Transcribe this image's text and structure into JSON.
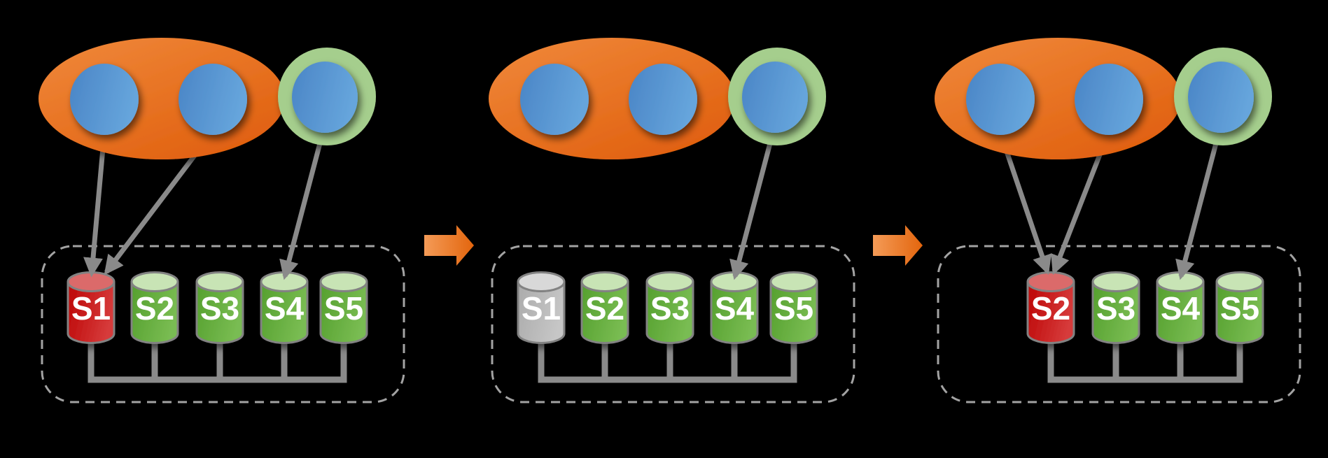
{
  "colors": {
    "background": "#000000",
    "orange-light": "#F0893B",
    "orange-dark": "#E05F0E",
    "blue-light": "#66A5DC",
    "blue-dark": "#4A85C6",
    "green-ring": "#A5CE8D",
    "cyl-green-light": "#79BC52",
    "cyl-green-dark": "#55A02E",
    "cyl-green-top": "#C8E4B5",
    "cyl-red-light": "#D63A3A",
    "cyl-red-dark": "#BC0505",
    "cyl-red-top": "#DB6B6B",
    "cyl-gray-light": "#C6C6C6",
    "cyl-gray-dark": "#ABABAB",
    "cyl-gray-top": "#D8D8D8",
    "outline-gray": "#828282",
    "line-gray": "#8A8A8A",
    "dash-gray": "#A3A3A3",
    "label-white": "#FFFFFF"
  },
  "panels": [
    {
      "name": "step-1",
      "primary_group_nodes": [
        "primary-node-1",
        "primary-node-2"
      ],
      "standby_group_nodes": [
        "standby-node"
      ],
      "cylinders": [
        {
          "label": "S1",
          "state": "active-red"
        },
        {
          "label": "S2",
          "state": "normal-green"
        },
        {
          "label": "S3",
          "state": "normal-green"
        },
        {
          "label": "S4",
          "state": "normal-green"
        },
        {
          "label": "S5",
          "state": "normal-green"
        }
      ],
      "connections": [
        {
          "from": "primary-node-1",
          "to": "S1"
        },
        {
          "from": "primary-node-2",
          "to": "S1"
        },
        {
          "from": "standby-node",
          "to": "S4"
        }
      ]
    },
    {
      "name": "step-2",
      "primary_group_nodes": [
        "primary-node-1",
        "primary-node-2"
      ],
      "standby_group_nodes": [
        "standby-node"
      ],
      "cylinders": [
        {
          "label": "S1",
          "state": "offline-gray"
        },
        {
          "label": "S2",
          "state": "normal-green"
        },
        {
          "label": "S3",
          "state": "normal-green"
        },
        {
          "label": "S4",
          "state": "normal-green"
        },
        {
          "label": "S5",
          "state": "normal-green"
        }
      ],
      "connections": [
        {
          "from": "standby-node",
          "to": "S4"
        }
      ]
    },
    {
      "name": "step-3",
      "primary_group_nodes": [
        "primary-node-1",
        "primary-node-2"
      ],
      "standby_group_nodes": [
        "standby-node"
      ],
      "cylinders": [
        {
          "label": "S2",
          "state": "active-red"
        },
        {
          "label": "S3",
          "state": "normal-green"
        },
        {
          "label": "S4",
          "state": "normal-green"
        },
        {
          "label": "S5",
          "state": "normal-green"
        }
      ],
      "connections": [
        {
          "from": "primary-node-1",
          "to": "S2"
        },
        {
          "from": "primary-node-2",
          "to": "S2"
        },
        {
          "from": "standby-node",
          "to": "S4"
        }
      ]
    }
  ]
}
